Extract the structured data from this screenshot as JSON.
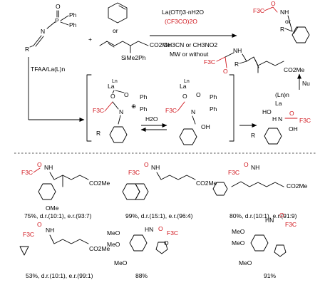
{
  "colors": {
    "highlight": "#d0141b",
    "ink": "#000000",
    "divider": "#555555"
  },
  "reactants": {
    "imine_atoms": {
      "o": "O",
      "p": "P",
      "ph": "Ph",
      "n": "N",
      "r": "R"
    },
    "plus": "+",
    "or": "or",
    "silane_groups": {
      "ester": "CO2Me",
      "silyl": "SiMe2Ph"
    }
  },
  "conditions": {
    "catalyst": "La(OTf)3·nH2O",
    "anhydride": "(CF3CO)2O",
    "solvent": "CH3CN or CH3NO2",
    "heating": "MW or without"
  },
  "side_reagent": "TFAA/La(L)n",
  "products_top": {
    "or": "or",
    "f3c": "F3C",
    "o": "O",
    "nh": "NH",
    "r": "R",
    "ester": "CO2Me"
  },
  "nu_label": "Nu",
  "intermediates": {
    "la_ln": "Ln",
    "la": "La",
    "o": "O",
    "ph": "Ph",
    "f3c": "F3C",
    "n": "N",
    "plus": "⊕",
    "oh": "OH",
    "h2o": "H2O",
    "r": "R",
    "ho": "HO",
    "h": "H",
    "ln_bracket": "(Ln)n"
  },
  "examples": [
    {
      "substituent": "OMe",
      "group": "CO2Me",
      "caption": "75%, d.r.(10:1), e.r.(93:7)"
    },
    {
      "group": "CO2Me",
      "caption": "99%, d.r.(15:1), e.r.(96:4)"
    },
    {
      "group": "CO2Me",
      "caption": "80%, d.r.(10:1), e.r.(91:9)"
    },
    {
      "group": "CO2Me",
      "caption": "53%, d.r.(10:1), e.r.(99:1)"
    },
    {
      "substituent": "MeO",
      "heteroatom": "O",
      "caption": "88%"
    },
    {
      "substituent": "MeO",
      "caption": "91%"
    }
  ],
  "ex_common": {
    "f3c": "F3C",
    "o": "O",
    "nh": "NH",
    "hn": "HN"
  }
}
